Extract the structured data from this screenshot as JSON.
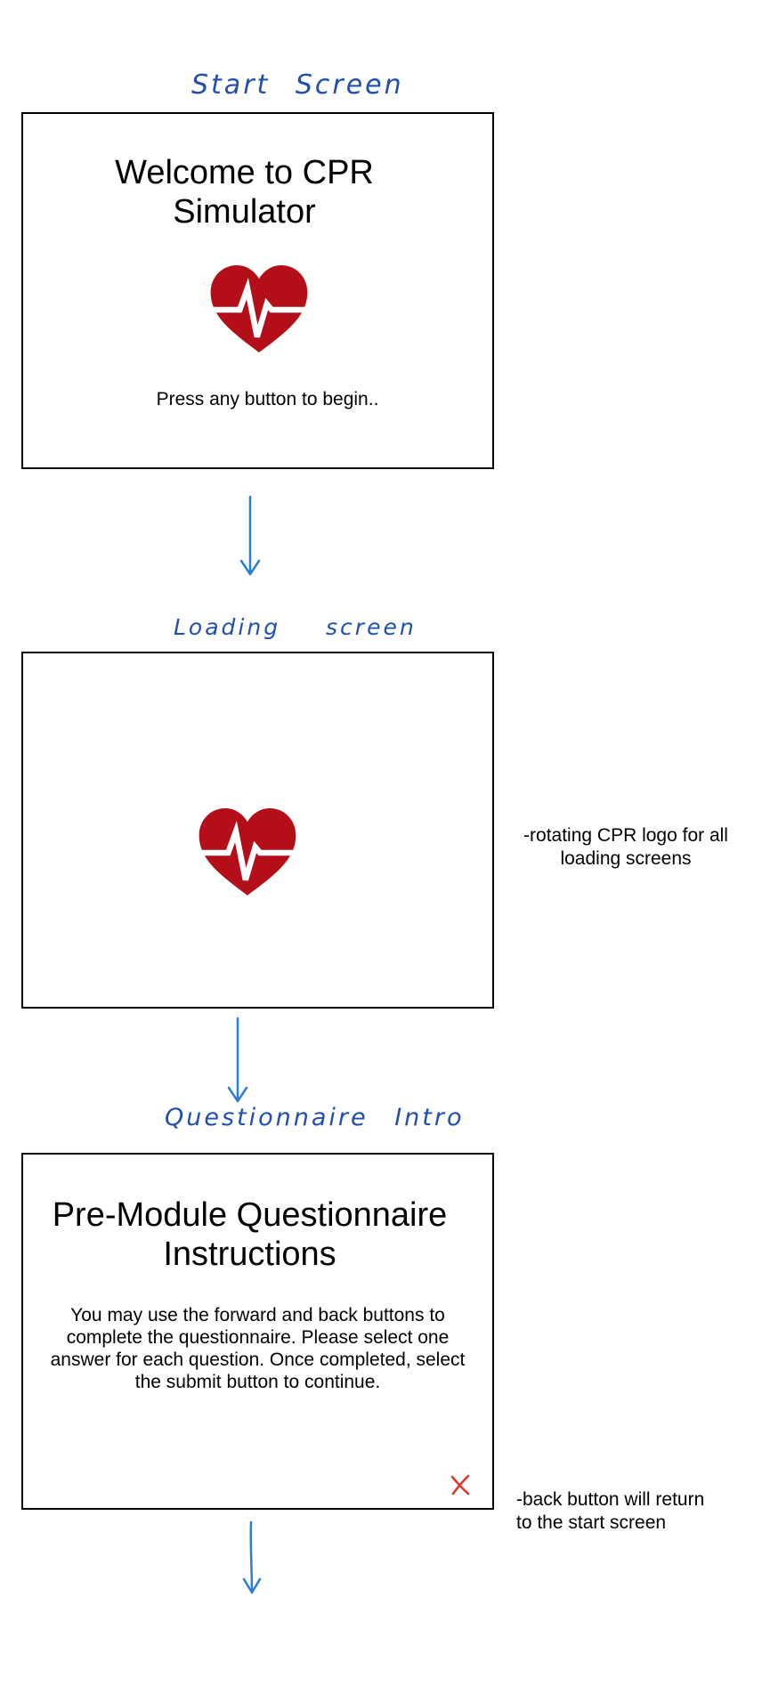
{
  "start_screen": {
    "label": "Start Screen",
    "title_line1": "Welcome to CPR",
    "title_line2": "Simulator",
    "logo_icon": "heart-pulse-icon",
    "prompt": "Press any button to begin.."
  },
  "loading_screen": {
    "label": "Loading screen",
    "logo_icon": "heart-pulse-icon",
    "note_line1": "-rotating CPR logo for all",
    "note_line2": "loading screens"
  },
  "questionnaire_intro": {
    "label": "Questionnaire Intro",
    "title_line1": "Pre-Module Questionnaire",
    "title_line2": "Instructions",
    "body_line1": "You may use the forward and back buttons to",
    "body_line2": "complete the questionnaire. Please select one",
    "body_line3": "answer for each question. Once completed, select",
    "body_line4": "the submit button to continue.",
    "close_icon": "close-x-icon",
    "note_line1": "-back button will return",
    "note_line2": "to the start screen"
  },
  "colors": {
    "label_blue": "#1f4fb0",
    "arrow_blue": "#2a7fd4",
    "heart_red": "#b40f18",
    "close_red": "#e0332a"
  }
}
